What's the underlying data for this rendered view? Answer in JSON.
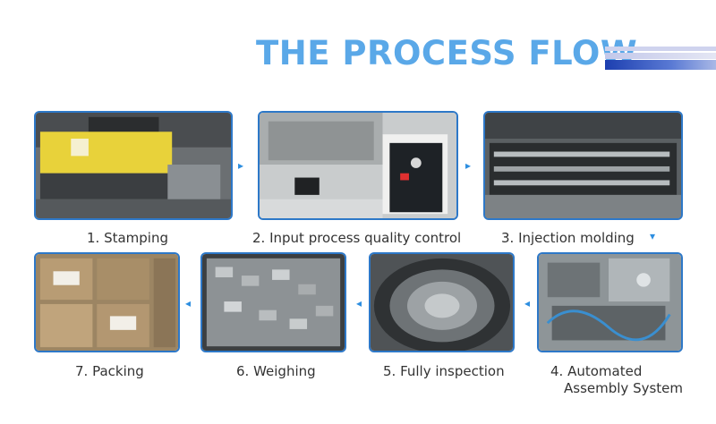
{
  "title": "THE PROCESS FLOW",
  "steps": [
    {
      "label": "1. Stamping"
    },
    {
      "label": "2. Input process quality control"
    },
    {
      "label": "3. Injection molding"
    },
    {
      "label_line1": "4. Automated",
      "label_line2": "Assembly System"
    },
    {
      "label": "5. Fully inspection"
    },
    {
      "label": "6. Weighing"
    },
    {
      "label": "7. Packing"
    }
  ],
  "colors": {
    "title": "#5aa8e8",
    "frame": "#2d78c8",
    "arrow": "#2d8ee0"
  }
}
